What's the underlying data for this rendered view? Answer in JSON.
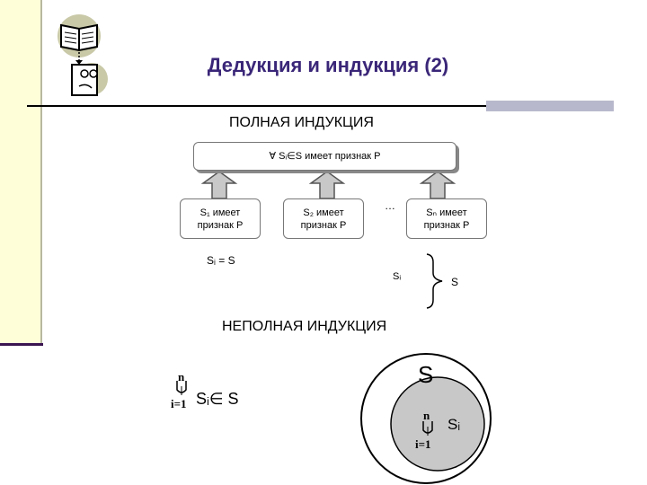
{
  "title": "Дедукция и индукция (2)",
  "full_induction": {
    "heading": "ПОЛНАЯ ИНДУКЦИЯ",
    "top_statement": "∀ Sᵢ∈S имеет признак P",
    "s1": {
      "line1": "S₁ имеет",
      "line2": "признак P"
    },
    "s2": {
      "line1": "S₂ имеет",
      "line2": "признак P"
    },
    "dots": "…",
    "sn": {
      "line1": "Sₙ имеет",
      "line2": "признак P"
    },
    "equality": "Sᵢ = S",
    "si_label": "Sᵢ",
    "s_label": "S"
  },
  "partial_induction": {
    "heading": "НЕПОЛНАЯ ИНДУКЦИЯ",
    "union_upper": "n",
    "union_lower": "i=1",
    "union_expr": "Sᵢ∈ S",
    "big_circle_label": "S",
    "inner_upper": "n",
    "inner_lower": "i=1",
    "inner_si": "Sᵢ"
  },
  "colors": {
    "title": "#3a2678",
    "sidebar": "#fefed9",
    "arrow_fill": "#c8c8c8",
    "inner_circle": "#c8c8c8"
  },
  "icons": [
    "book-icon",
    "face-icon"
  ]
}
